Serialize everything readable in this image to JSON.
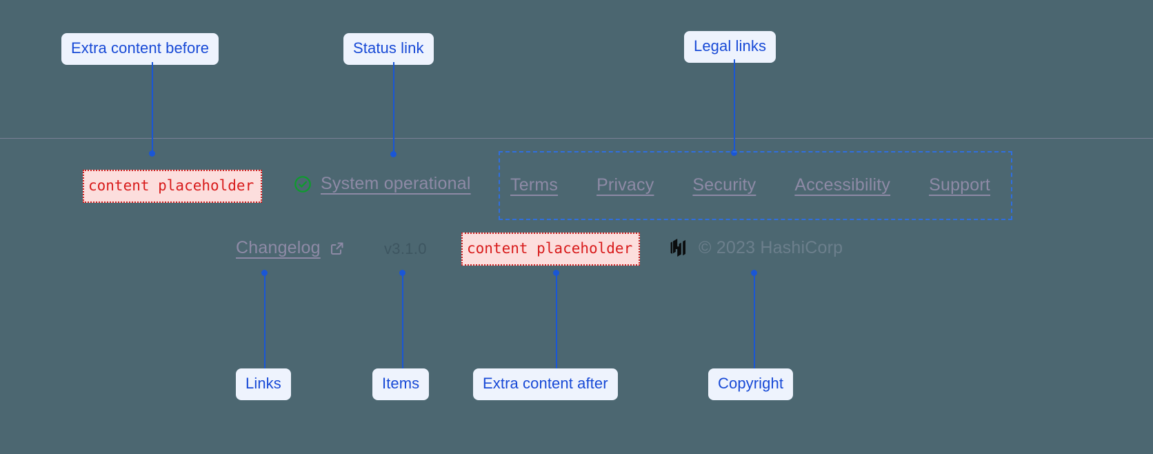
{
  "theme": {
    "page_background": "#4b6670",
    "footer_background": "#4c6771",
    "divider": "#7b7f95",
    "annotation_accent": "#1a56d6",
    "annotation_chip_bg": "#eef3fd",
    "placeholder_fill": "#fcdedd",
    "placeholder_border": "#cf2020",
    "placeholder_text": "#d81b1b",
    "muted_link": "#8e8aa6",
    "status_ok": "#0f9a2f",
    "region_outline": "#2f6fe0"
  },
  "annotations": [
    {
      "id": "extra-content-before",
      "label": "Extra content before"
    },
    {
      "id": "status-link",
      "label": "Status link"
    },
    {
      "id": "legal-links",
      "label": "Legal links"
    },
    {
      "id": "links",
      "label": "Links"
    },
    {
      "id": "items",
      "label": "Items"
    },
    {
      "id": "extra-content-after",
      "label": "Extra content after"
    },
    {
      "id": "copyright",
      "label": "Copyright"
    }
  ],
  "footer": {
    "placeholder_before": {
      "text": "content placeholder",
      "icon": "placeholder-slot-icon"
    },
    "placeholder_after": {
      "text": "content placeholder",
      "icon": "placeholder-slot-icon"
    },
    "status": {
      "label": "System operational",
      "icon": "check-circle-icon",
      "icon_color": "#0f9a2f"
    },
    "legal": {
      "links": [
        {
          "label": "Terms"
        },
        {
          "label": "Privacy"
        },
        {
          "label": "Security"
        },
        {
          "label": "Accessibility"
        },
        {
          "label": "Support"
        }
      ]
    },
    "changelog": {
      "label": "Changelog",
      "icon": "external-link-icon"
    },
    "version": {
      "label": "v3.1.0"
    },
    "copyright": {
      "logo_icon": "hashicorp-logo-icon",
      "text": "© 2023 HashiCorp"
    }
  }
}
